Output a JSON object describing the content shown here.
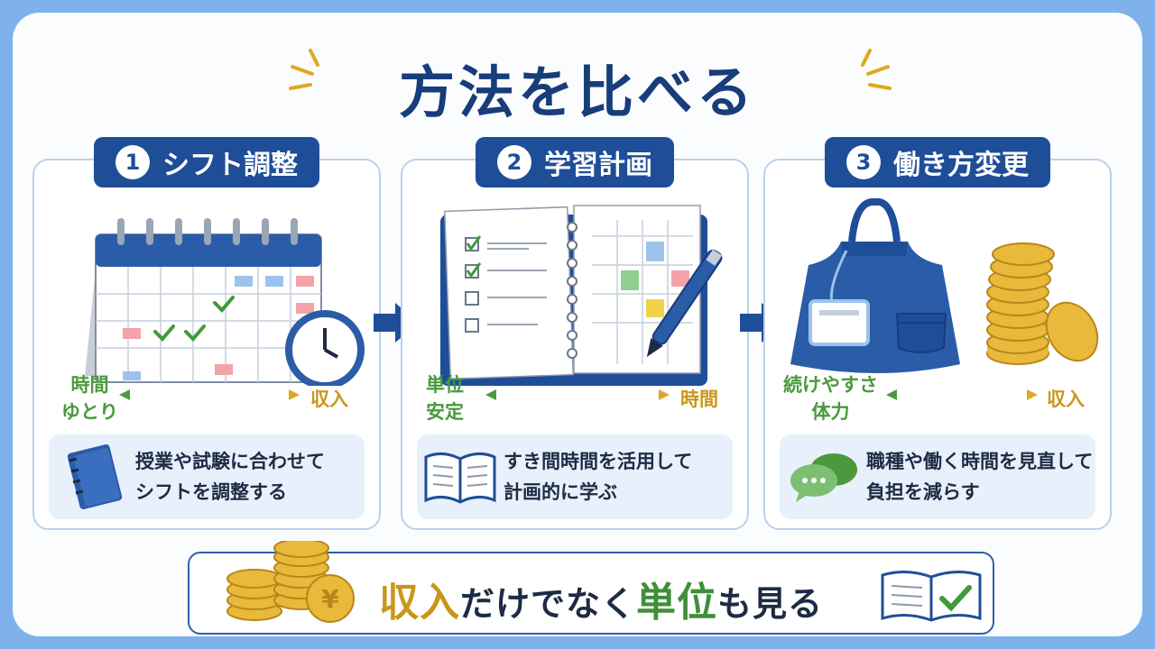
{
  "title": "方法を比べる",
  "cards": [
    {
      "number": "1",
      "heading": "シフト調整",
      "tradeoff_left": [
        "時間",
        "ゆとり"
      ],
      "tradeoff_right": "収入",
      "info_lines": [
        "授業や試験に合わせて",
        "シフトを調整する"
      ],
      "illustration": "calendar-clock-icon",
      "info_icon": "notebook-icon"
    },
    {
      "number": "2",
      "heading": "学習計画",
      "tradeoff_left": [
        "単位",
        "安定"
      ],
      "tradeoff_right": "時間",
      "info_lines": [
        "すき間時間を活用して",
        "計画的に学ぶ"
      ],
      "illustration": "planner-pen-icon",
      "info_icon": "open-book-icon"
    },
    {
      "number": "3",
      "heading": "働き方変更",
      "tradeoff_left": [
        "続けやすさ",
        "体力"
      ],
      "tradeoff_right": "収入",
      "info_lines": [
        "職種や働く時間を見直して",
        "負担を減らす"
      ],
      "illustration": "apron-coins-icon",
      "info_icon": "chat-bubbles-icon"
    }
  ],
  "bottom": {
    "part1": "収入",
    "part2": "だけでなく",
    "part3": "単位",
    "part4": "も見る",
    "coin_symbol": "¥"
  },
  "colors": {
    "navy": "#1f4e98",
    "green": "#4a9a3d",
    "gold": "#c9961a",
    "background": "#7fb2ea"
  }
}
